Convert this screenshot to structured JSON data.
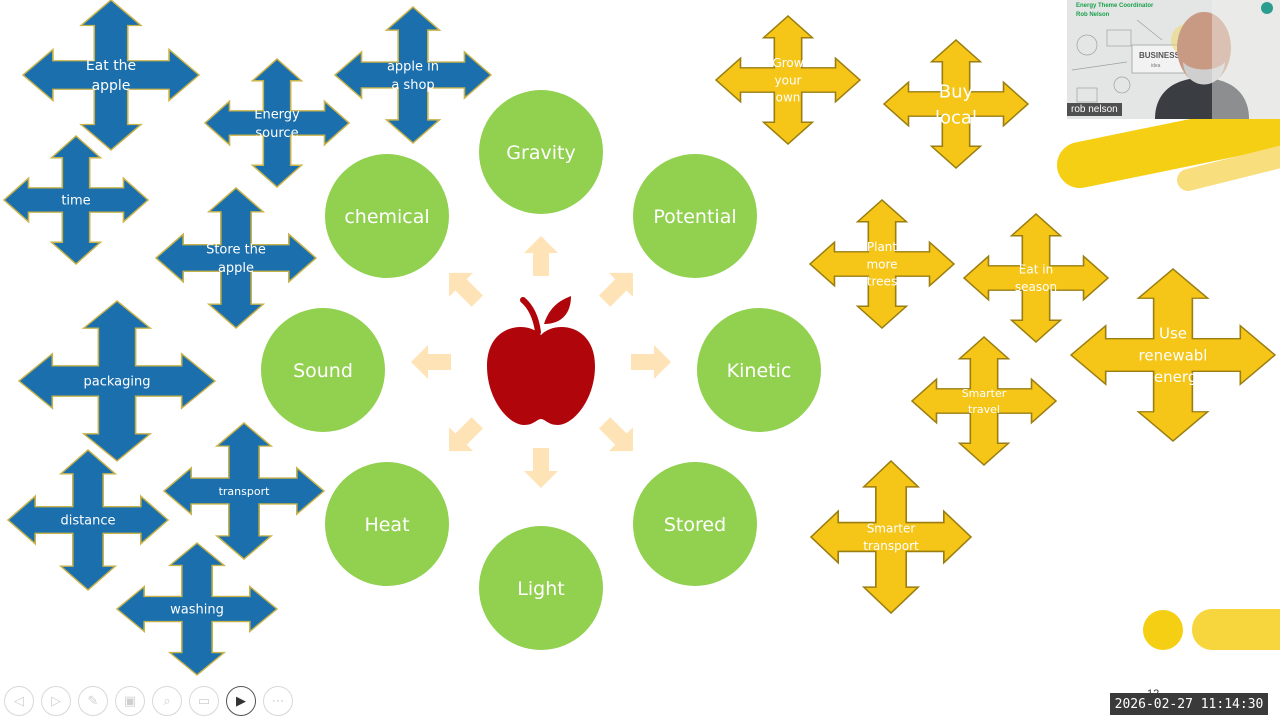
{
  "center": {
    "icon": "apple-icon"
  },
  "circles": [
    {
      "id": "gravity",
      "label": "Gravity"
    },
    {
      "id": "potential",
      "label": "Potential"
    },
    {
      "id": "kinetic",
      "label": "Kinetic"
    },
    {
      "id": "stored",
      "label": "Stored"
    },
    {
      "id": "light",
      "label": "Light"
    },
    {
      "id": "heat",
      "label": "Heat"
    },
    {
      "id": "sound",
      "label": "Sound"
    },
    {
      "id": "chemical",
      "label": "chemical"
    }
  ],
  "blue_shapes": [
    {
      "id": "eat-the-apple",
      "lines": [
        "Eat the",
        "apple"
      ]
    },
    {
      "id": "apple-in-a-shop",
      "lines": [
        "apple in",
        "a shop"
      ]
    },
    {
      "id": "energy-source",
      "lines": [
        "Energy",
        "source"
      ]
    },
    {
      "id": "time",
      "lines": [
        "time"
      ]
    },
    {
      "id": "store-the-apple",
      "lines": [
        "Store the",
        "apple"
      ]
    },
    {
      "id": "packaging",
      "lines": [
        "packaging"
      ]
    },
    {
      "id": "transport",
      "lines": [
        "transport"
      ]
    },
    {
      "id": "distance",
      "lines": [
        "distance"
      ]
    },
    {
      "id": "washing",
      "lines": [
        "washing"
      ]
    }
  ],
  "yellow_shapes": [
    {
      "id": "grow-your-own",
      "lines": [
        "Grow",
        "your",
        "own"
      ]
    },
    {
      "id": "buy-local",
      "lines": [
        "Buy",
        "local"
      ]
    },
    {
      "id": "plant-more-trees",
      "lines": [
        "Plant",
        "more",
        "trees"
      ]
    },
    {
      "id": "eat-in-season",
      "lines": [
        "Eat in",
        "season"
      ]
    },
    {
      "id": "use-renewable-energy",
      "lines": [
        "Use",
        "renewabl",
        "e energy"
      ]
    },
    {
      "id": "smarter-travel",
      "lines": [
        "Smarter",
        "travel"
      ]
    },
    {
      "id": "smarter-transport",
      "lines": [
        "Smarter",
        "transport"
      ]
    }
  ],
  "video": {
    "participant_name": "rob nelson",
    "header_line1": "Energy Theme Coordinator",
    "header_line2": "Rob Nelson"
  },
  "toolbar": {
    "buttons": [
      "previous-icon",
      "next-icon",
      "pen-icon",
      "slides-icon",
      "zoom-icon",
      "subtitles-icon",
      "camera-icon",
      "more-icon"
    ],
    "glyphs": [
      "◁",
      "▷",
      "✎",
      "▣",
      "⌕",
      "▭",
      "▶",
      "⋯"
    ]
  },
  "slide_number": "12",
  "timestamp": "2026-02-27  11:14:30",
  "colors": {
    "green": "#92d050",
    "blue": "#1b6fad",
    "yellow": "#f5c518",
    "arrow": "#fde3b6",
    "apple": "#b0050a"
  }
}
